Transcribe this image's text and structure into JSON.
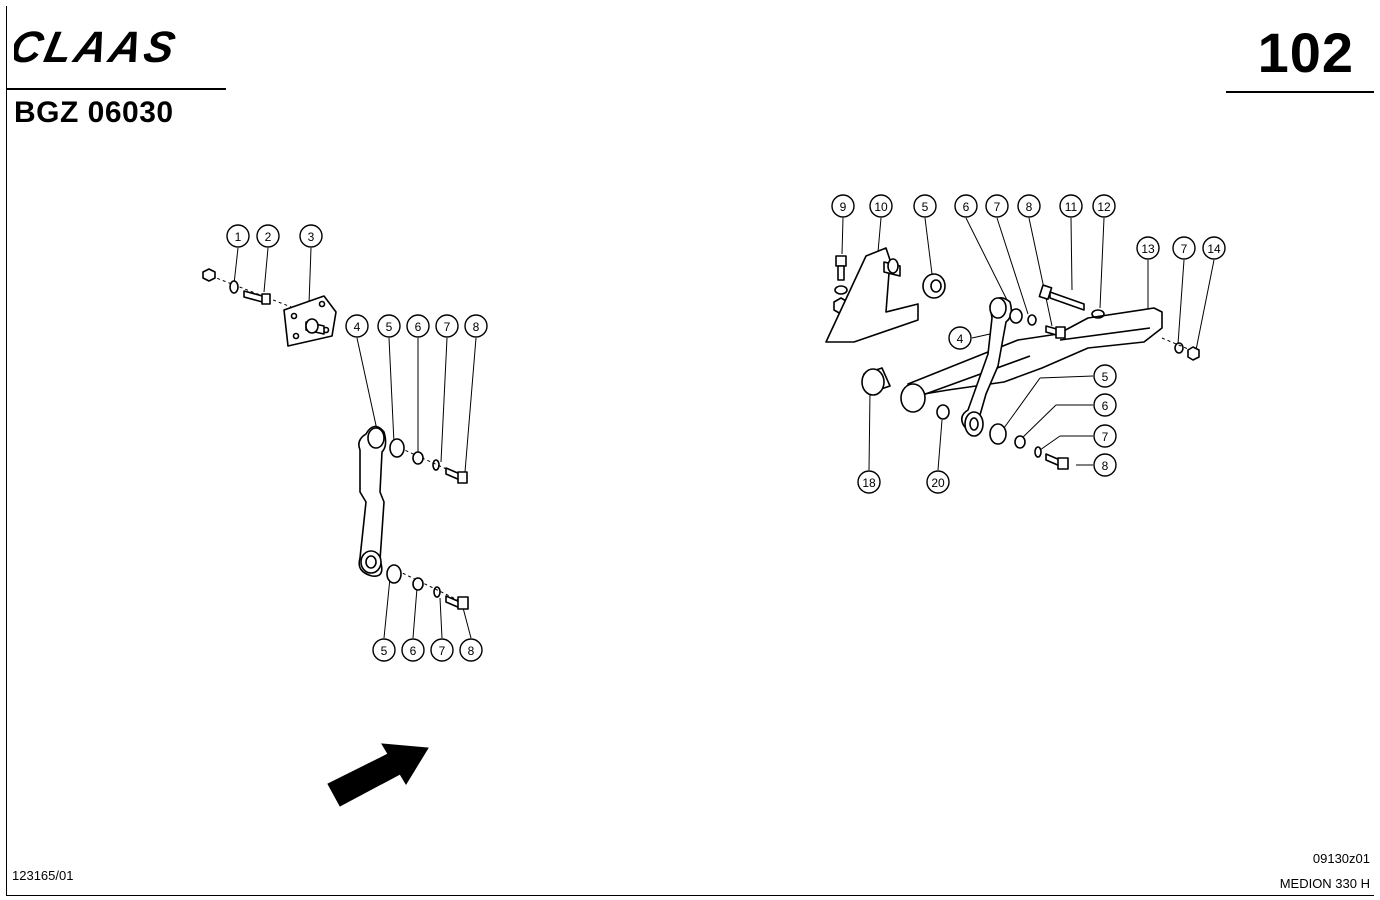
{
  "header": {
    "brand": "CLAAS",
    "document_code": "BGZ 06030",
    "page_number": "102"
  },
  "footer": {
    "reference_left": "123165/01",
    "figure_code": "09130z01",
    "model": "MEDION 330 H"
  },
  "diagram": {
    "left_assembly": {
      "top_callouts": [
        "1",
        "2",
        "3"
      ],
      "upper_callouts": [
        "4",
        "5",
        "6",
        "7",
        "8"
      ],
      "lower_callouts": [
        "5",
        "6",
        "7",
        "8"
      ]
    },
    "right_assembly": {
      "top_callouts": [
        "9",
        "10",
        "5",
        "6",
        "7",
        "8",
        "11",
        "12",
        "13",
        "7",
        "14"
      ],
      "side_callouts": [
        "4",
        "5",
        "6",
        "7",
        "8"
      ],
      "bottom_callouts": [
        "18",
        "20"
      ]
    },
    "direction_arrow": "direction-of-travel-arrow"
  }
}
